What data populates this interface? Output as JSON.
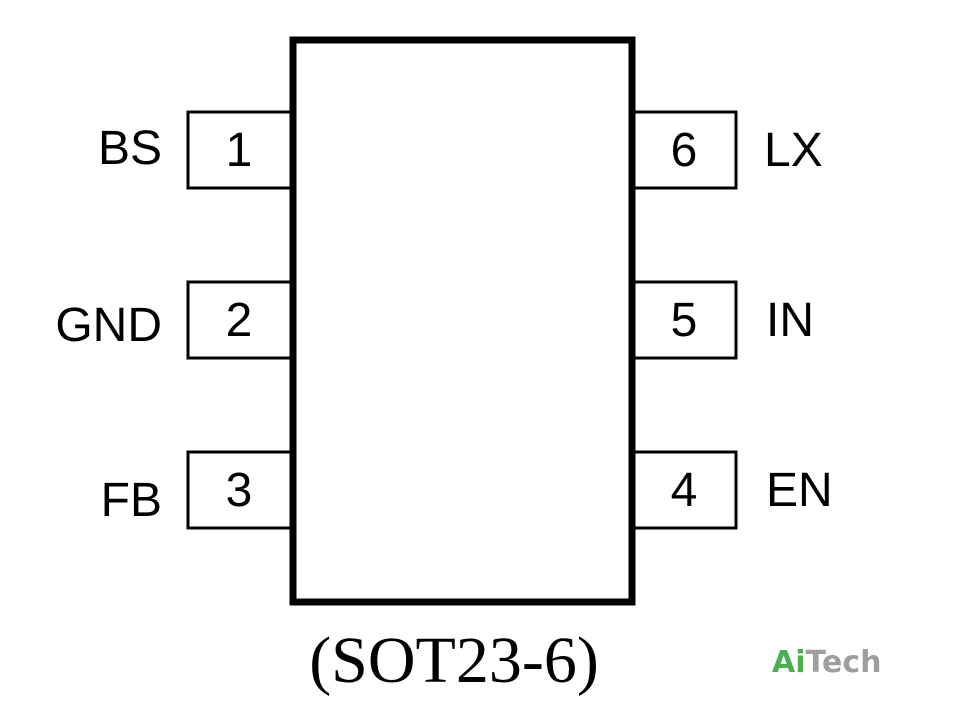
{
  "package": {
    "caption": "(SOT23-6)",
    "body_color": "#000000",
    "pins": [
      {
        "number": "1",
        "label": "BS",
        "side": "left"
      },
      {
        "number": "2",
        "label": "GND",
        "side": "left"
      },
      {
        "number": "3",
        "label": "FB",
        "side": "left"
      },
      {
        "number": "6",
        "label": "LX",
        "side": "right"
      },
      {
        "number": "5",
        "label": "IN",
        "side": "right"
      },
      {
        "number": "4",
        "label": "EN",
        "side": "right"
      }
    ]
  },
  "logo": {
    "prefix": "Ai",
    "suffix": "Tech",
    "prefix_color": "#4caf50",
    "suffix_color": "#9e9e9e"
  }
}
